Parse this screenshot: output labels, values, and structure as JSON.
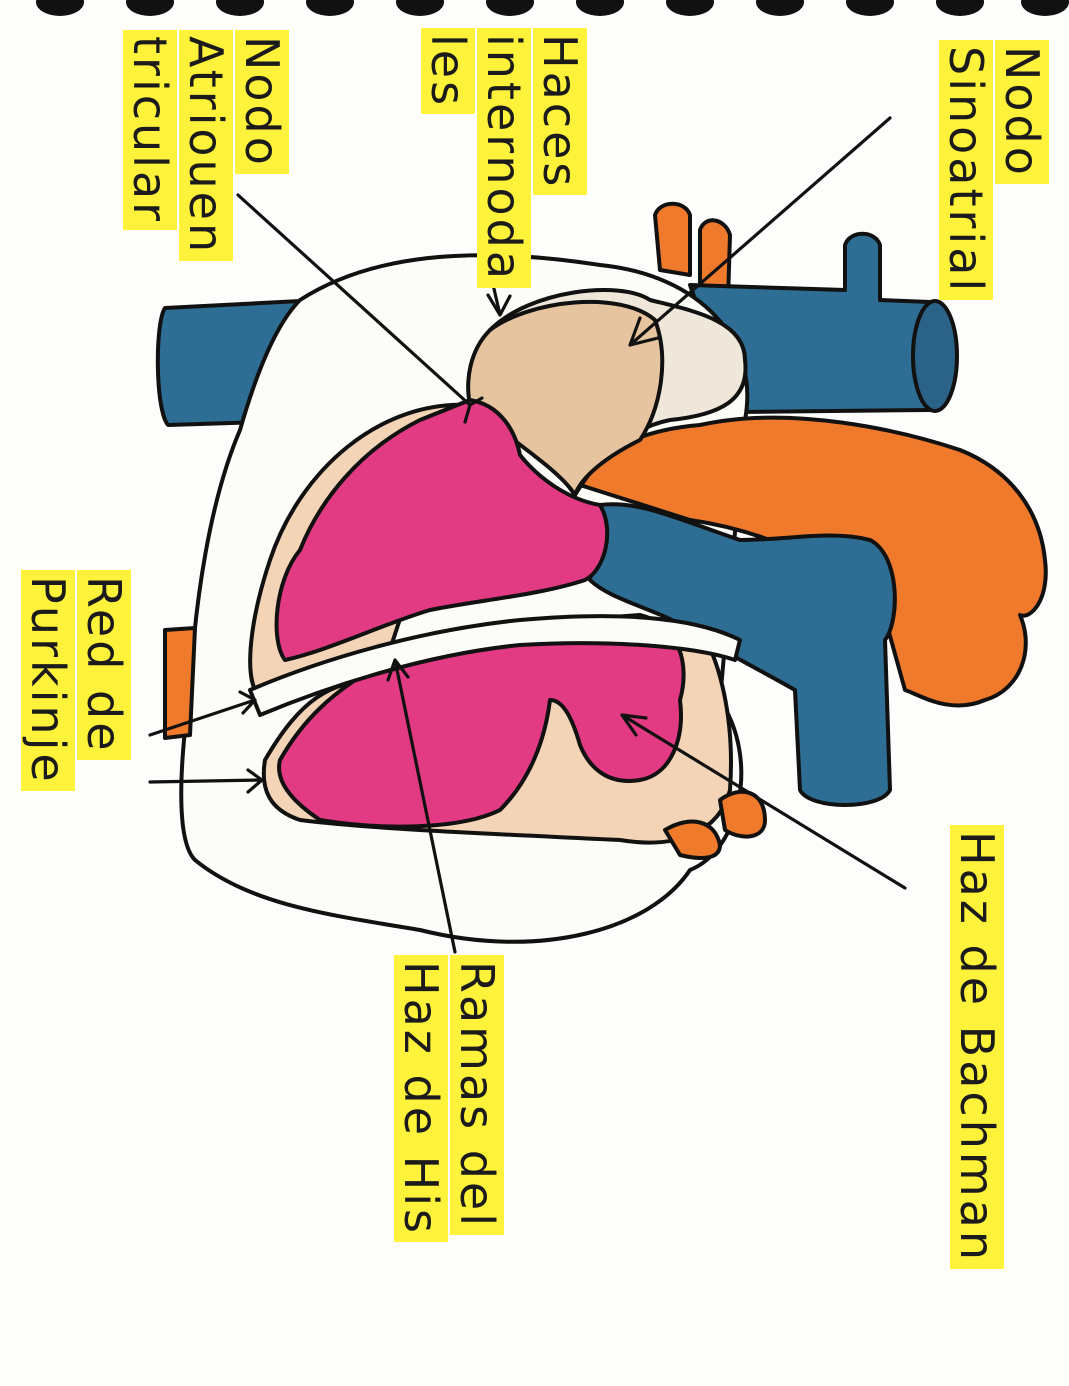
{
  "labels": {
    "nodo_sinoatrial": [
      "Nodo",
      "Sinoatrial"
    ],
    "haces_internodales": [
      "Haces",
      "internoda",
      "les"
    ],
    "nodo_atrioventricular": [
      "Nodo",
      "Atriouen",
      "tricular"
    ],
    "red_de_purkinje": [
      "Red de",
      "Purkinje"
    ],
    "haz_de_bachman": [
      "Haz de Bachman"
    ],
    "ramas_del_haz_de_his": [
      "Ramas del",
      "Haz de His"
    ]
  },
  "colors": {
    "highlighter": "#fff23a",
    "vena_cava_blue": "#2f6e94",
    "aorta_orange": "#ef7a2c",
    "ventricle_pink": "#e23b83",
    "atrium_tan": "#e6c4a0",
    "myocardium_peach": "#f3d4b6",
    "ink": "#111111"
  }
}
